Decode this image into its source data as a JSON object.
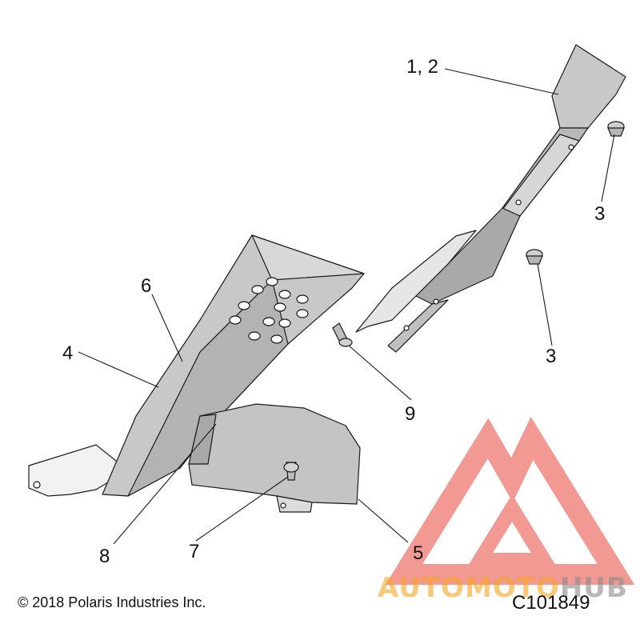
{
  "callouts": {
    "c12": "1, 2",
    "c3a": "3",
    "c3b": "3",
    "c4": "4",
    "c5": "5",
    "c6": "6",
    "c7": "7",
    "c8": "8",
    "c9": "9"
  },
  "footer": {
    "copyright": "© 2018 Polaris Industries Inc.",
    "drawing_id": "C101849"
  },
  "watermark": {
    "part1": "AUTO",
    "part2": "MOTO",
    "part3": "HUB",
    "color_red": "#e8463c",
    "color_orange": "#f5a623"
  },
  "colors": {
    "part_fill": "#c8c8c8",
    "part_shade": "#a9a9a9",
    "part_light": "#e0e0e0",
    "line": "#1a1a1a"
  }
}
